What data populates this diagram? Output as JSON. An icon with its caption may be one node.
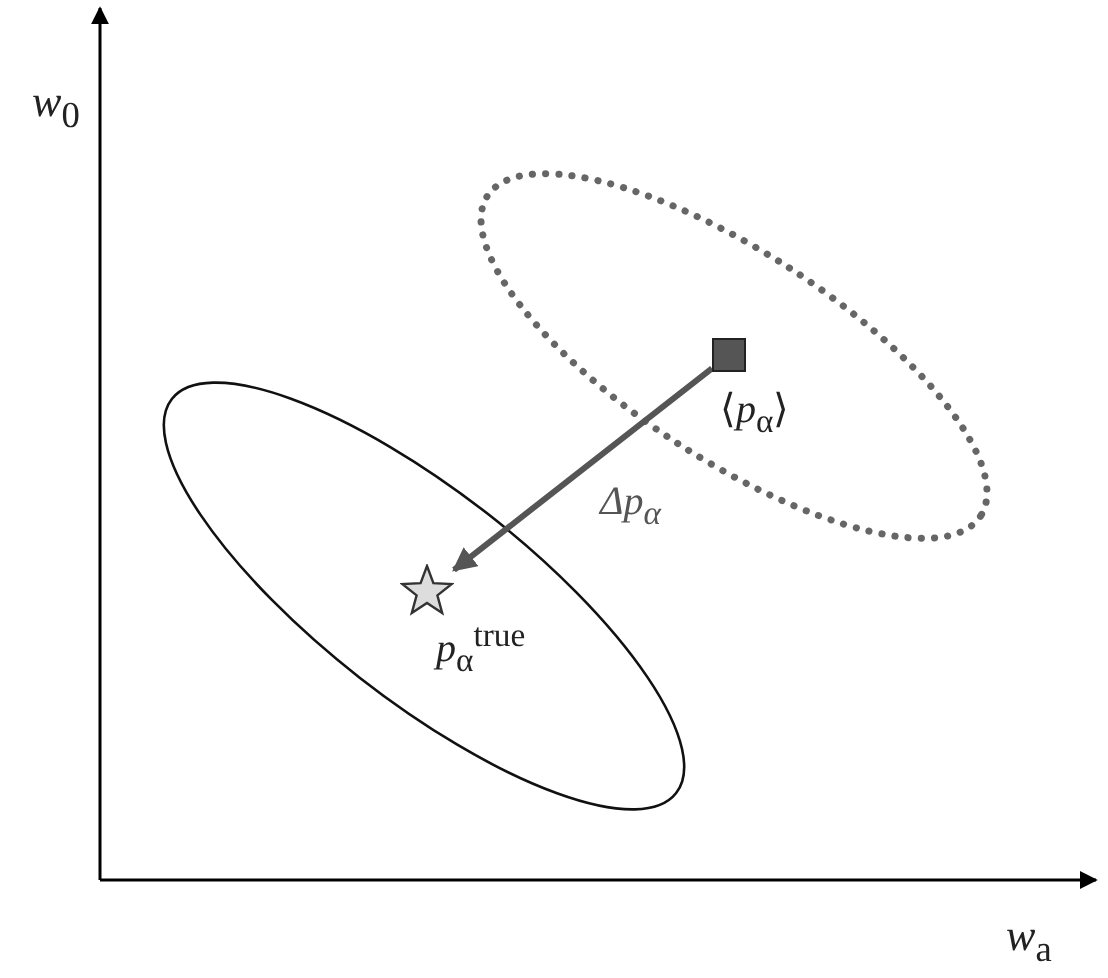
{
  "diagram": {
    "nodes": [
      {
        "text": [],
        "shape": "box",
        "beside": [
          "⟨*p*$_{α}$⟩"
        ]
      },
      {
        "text": [],
        "shape": "star",
        "beside": [
          "*p*$_{α}$$^{true}$"
        ]
      }
    ],
    "edges": [
      {
        "from": 0,
        "to": 1,
        "arrow": "to",
        "label": "Δp$_{α}$"
      }
    ],
    "labels": [
      "*w*$_{0}$",
      "*w*$_{a}$"
    ]
  }
}
